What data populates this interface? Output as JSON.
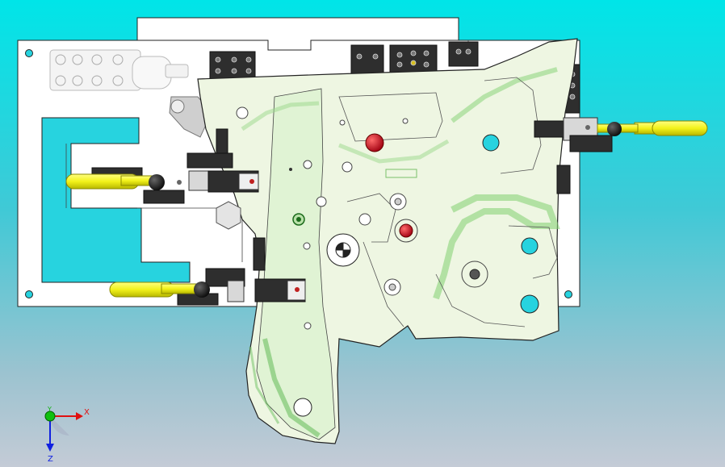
{
  "viewport": {
    "background_top": "#00e5e8",
    "background_bottom": "#c4cbd6"
  },
  "colors": {
    "plate": "#ffffff",
    "part_fill": "#eef7e6",
    "part_rib": "#b8e6a8",
    "clamp_handle": "#f5f51a",
    "clamp_block": "#3a3a3a",
    "locator_pin": "#cc1020"
  },
  "triad": {
    "x_label": "X",
    "y_label": "Y",
    "z_label": "Z",
    "x_color": "#e01010",
    "y_color": "#10b010",
    "z_color": "#1020e0"
  },
  "icons": {
    "triad": "axis-triad-icon"
  }
}
